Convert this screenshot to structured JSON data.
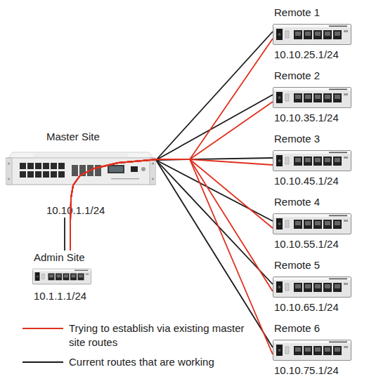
{
  "diagram": {
    "nodes": [
      {
        "text": [
          "Remote 1",
          "10.10.25.1/24"
        ]
      },
      {
        "text": [
          "Remote 2",
          "10.10.35.1/24"
        ]
      },
      {
        "text": [
          "Master Site",
          "10.10.1.1/24"
        ]
      },
      {
        "text": [
          "Remote 3",
          "10.10.45.1/24"
        ]
      },
      {
        "text": [
          "Remote 4",
          "10.10.55.1/24"
        ]
      },
      {
        "text": [
          "Admin Site",
          "10.1.1.1/24"
        ]
      },
      {
        "text": [
          "Remote 5",
          "10.10.65.1/24"
        ]
      },
      {
        "text": [
          "Remote 6",
          "10.10.75.1/24"
        ]
      }
    ],
    "edges": [
      {
        "from": 2,
        "to": 0,
        "arrow": "none"
      },
      {
        "from": 2,
        "to": 1,
        "arrow": "none"
      },
      {
        "from": 2,
        "to": 3,
        "arrow": "none"
      },
      {
        "from": 2,
        "to": 4,
        "arrow": "none"
      },
      {
        "from": 2,
        "to": 6,
        "arrow": "none"
      },
      {
        "from": 2,
        "to": 7,
        "arrow": "none"
      },
      {
        "from": 2,
        "to": 5,
        "arrow": "none"
      },
      {
        "from": 5,
        "to": 0,
        "arrow": "none"
      },
      {
        "from": 5,
        "to": 1,
        "arrow": "none"
      },
      {
        "from": 5,
        "to": 3,
        "arrow": "none"
      },
      {
        "from": 5,
        "to": 4,
        "arrow": "none"
      },
      {
        "from": 5,
        "to": 6,
        "arrow": "none"
      },
      {
        "from": 5,
        "to": 7,
        "arrow": "none"
      }
    ],
    "legend": [
      {
        "text": "Trying to establish via existing master site routes"
      },
      {
        "text": "Current routes that are working"
      }
    ]
  }
}
